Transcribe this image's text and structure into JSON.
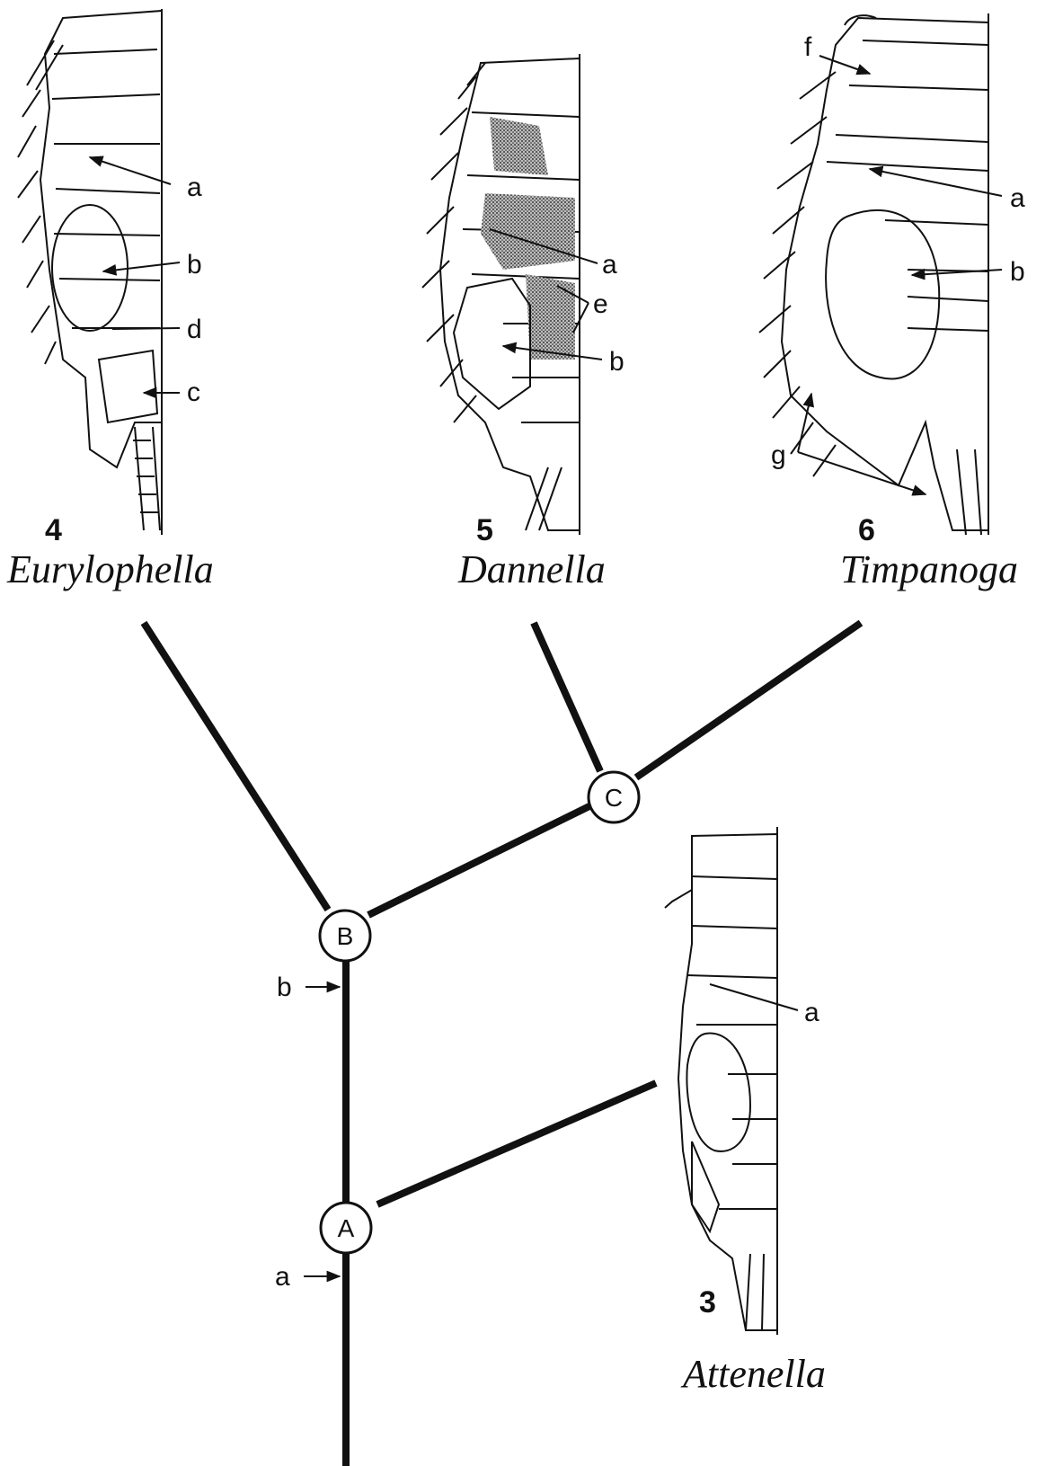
{
  "specimens": {
    "fig4": {
      "number": "4",
      "name": "Eurylophella",
      "labels": [
        "a",
        "b",
        "d",
        "c"
      ]
    },
    "fig5": {
      "number": "5",
      "name": "Dannella",
      "labels": [
        "a",
        "e",
        "b"
      ]
    },
    "fig6": {
      "number": "6",
      "name": "Timpanoga",
      "labels": [
        "f",
        "a",
        "b",
        "g"
      ]
    },
    "fig3": {
      "number": "3",
      "name": "Attenella",
      "labels": [
        "a"
      ]
    }
  },
  "nodes": {
    "A": "A",
    "B": "B",
    "C": "C"
  },
  "branch_marks": {
    "b": "b",
    "a": "a"
  }
}
